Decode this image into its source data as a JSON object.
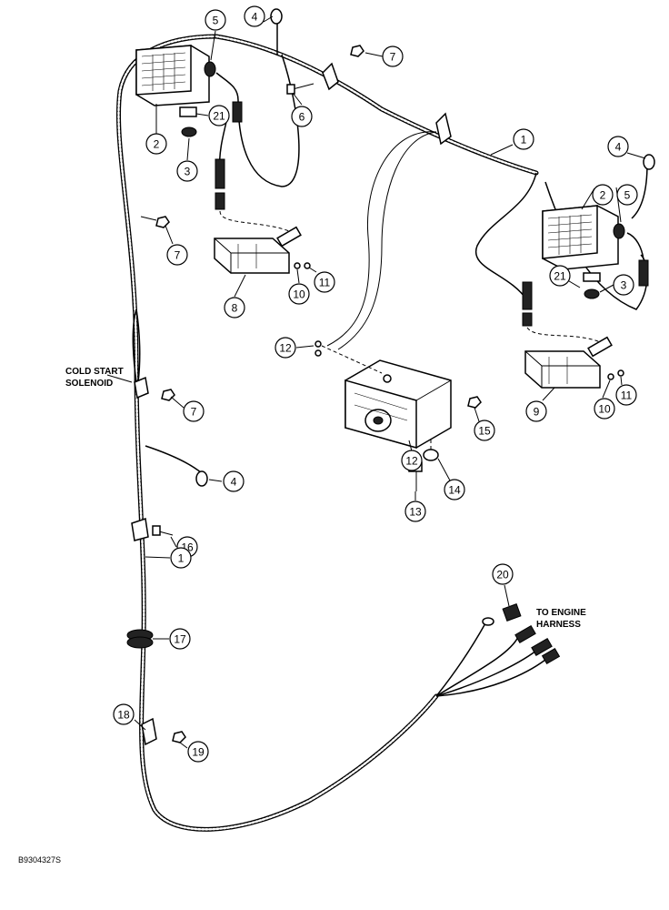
{
  "labels": {
    "cold_start_line1": "COLD START",
    "cold_start_line2": "SOLENOID",
    "to_engine_line1": "TO ENGINE",
    "to_engine_line2": "HARNESS",
    "figure_id": "B9304327S"
  },
  "callouts": [
    {
      "id": "c5a",
      "num": "5"
    },
    {
      "id": "c4a",
      "num": "4"
    },
    {
      "id": "c7a",
      "num": "7"
    },
    {
      "id": "c6",
      "num": "6"
    },
    {
      "id": "c21a",
      "num": "21"
    },
    {
      "id": "c2a",
      "num": "2"
    },
    {
      "id": "c3a",
      "num": "3"
    },
    {
      "id": "c1a",
      "num": "1"
    },
    {
      "id": "c4b",
      "num": "4"
    },
    {
      "id": "c2b",
      "num": "2"
    },
    {
      "id": "c5b",
      "num": "5"
    },
    {
      "id": "c7b",
      "num": "7"
    },
    {
      "id": "c8",
      "num": "8"
    },
    {
      "id": "c10a",
      "num": "10"
    },
    {
      "id": "c11a",
      "num": "11"
    },
    {
      "id": "c21b",
      "num": "21"
    },
    {
      "id": "c3b",
      "num": "3"
    },
    {
      "id": "c12a",
      "num": "12"
    },
    {
      "id": "c7c",
      "num": "7"
    },
    {
      "id": "c12b",
      "num": "12"
    },
    {
      "id": "c15",
      "num": "15"
    },
    {
      "id": "c9",
      "num": "9"
    },
    {
      "id": "c10b",
      "num": "10"
    },
    {
      "id": "c11b",
      "num": "11"
    },
    {
      "id": "c4c",
      "num": "4"
    },
    {
      "id": "c14",
      "num": "14"
    },
    {
      "id": "c13",
      "num": "13"
    },
    {
      "id": "c16",
      "num": "16"
    },
    {
      "id": "c1b",
      "num": "1"
    },
    {
      "id": "c20",
      "num": "20"
    },
    {
      "id": "c17",
      "num": "17"
    },
    {
      "id": "c18",
      "num": "18"
    },
    {
      "id": "c19",
      "num": "19"
    }
  ]
}
